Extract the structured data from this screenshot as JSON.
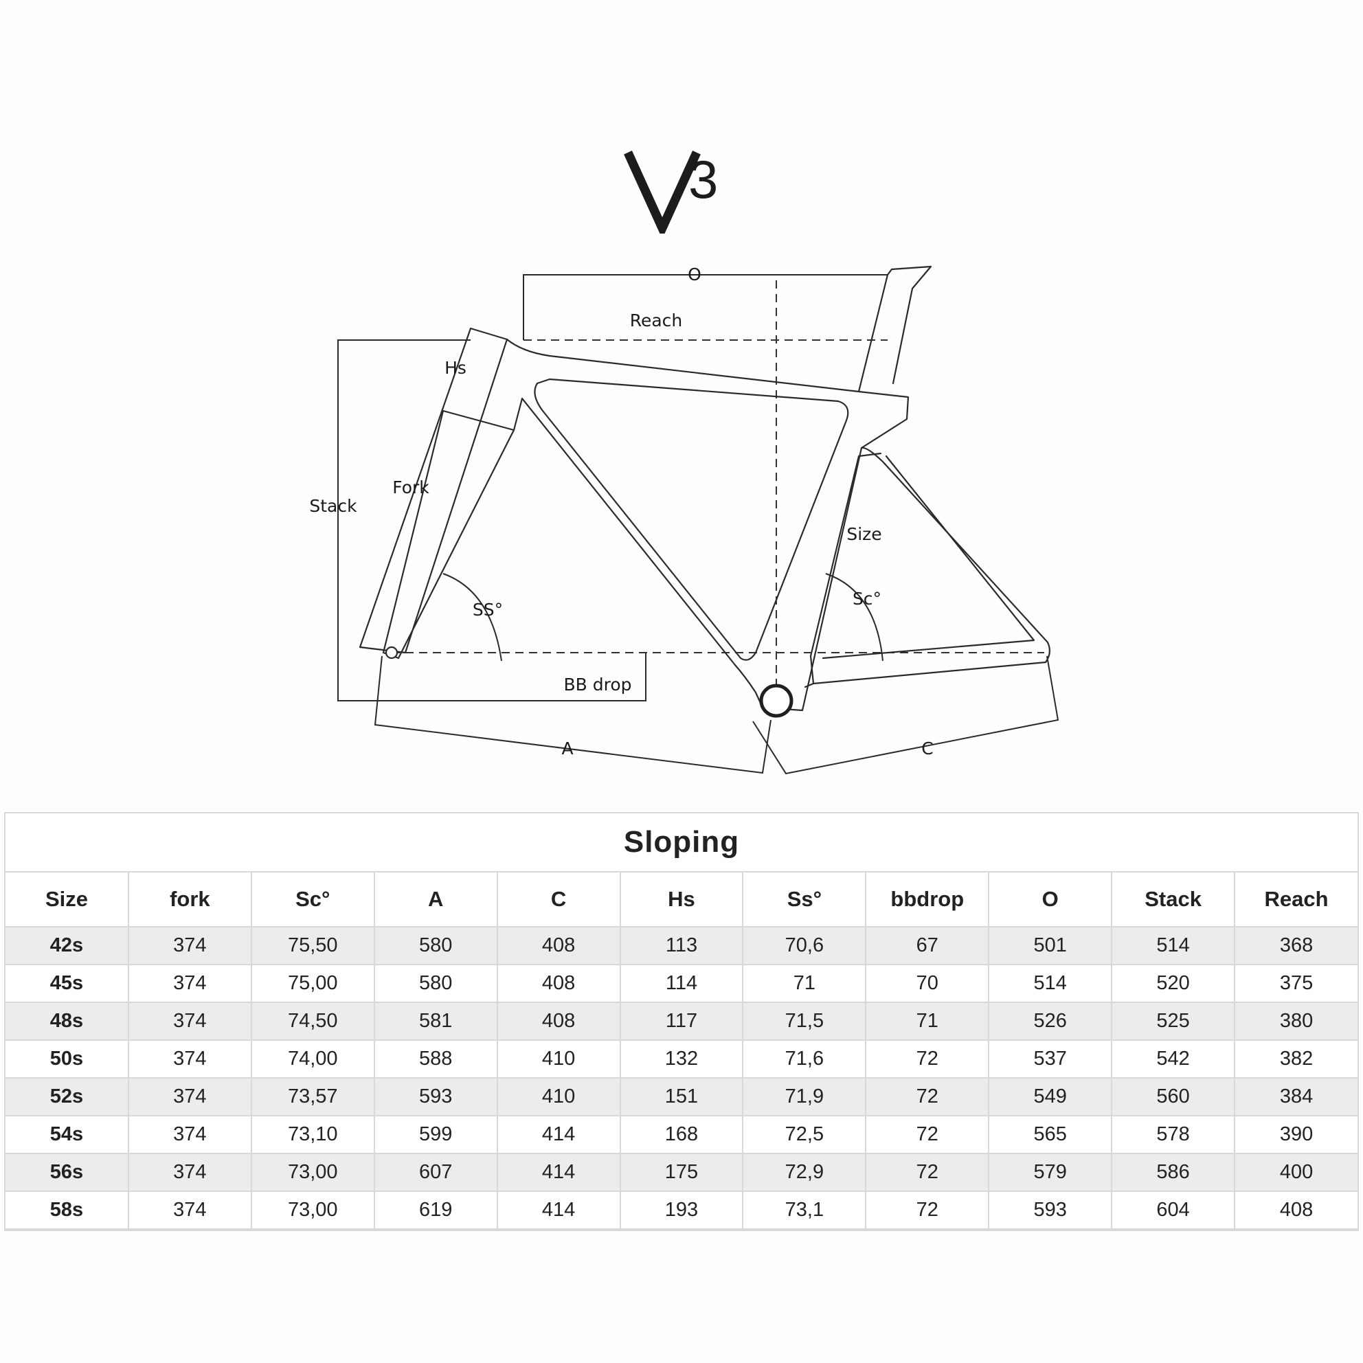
{
  "logo": {
    "text": "V3"
  },
  "diagram": {
    "labels": {
      "o": "O",
      "reach": "Reach",
      "hs": "Hs",
      "stack": "Stack",
      "fork": "Fork",
      "size": "Size",
      "ss": "SS°",
      "sc": "Sc°",
      "bb_drop": "BB drop",
      "a": "A",
      "c": "C"
    }
  },
  "table": {
    "title": "Sloping",
    "columns": [
      "Size",
      "fork",
      "Sc°",
      "A",
      "C",
      "Hs",
      "Ss°",
      "bbdrop",
      "O",
      "Stack",
      "Reach"
    ],
    "rows": [
      [
        "42s",
        "374",
        "75,50",
        "580",
        "408",
        "113",
        "70,6",
        "67",
        "501",
        "514",
        "368"
      ],
      [
        "45s",
        "374",
        "75,00",
        "580",
        "408",
        "114",
        "71",
        "70",
        "514",
        "520",
        "375"
      ],
      [
        "48s",
        "374",
        "74,50",
        "581",
        "408",
        "117",
        "71,5",
        "71",
        "526",
        "525",
        "380"
      ],
      [
        "50s",
        "374",
        "74,00",
        "588",
        "410",
        "132",
        "71,6",
        "72",
        "537",
        "542",
        "382"
      ],
      [
        "52s",
        "374",
        "73,57",
        "593",
        "410",
        "151",
        "71,9",
        "72",
        "549",
        "560",
        "384"
      ],
      [
        "54s",
        "374",
        "73,10",
        "599",
        "414",
        "168",
        "72,5",
        "72",
        "565",
        "578",
        "390"
      ],
      [
        "56s",
        "374",
        "73,00",
        "607",
        "414",
        "175",
        "72,9",
        "72",
        "579",
        "586",
        "400"
      ],
      [
        "58s",
        "374",
        "73,00",
        "619",
        "414",
        "193",
        "73,1",
        "72",
        "593",
        "604",
        "408"
      ]
    ]
  }
}
